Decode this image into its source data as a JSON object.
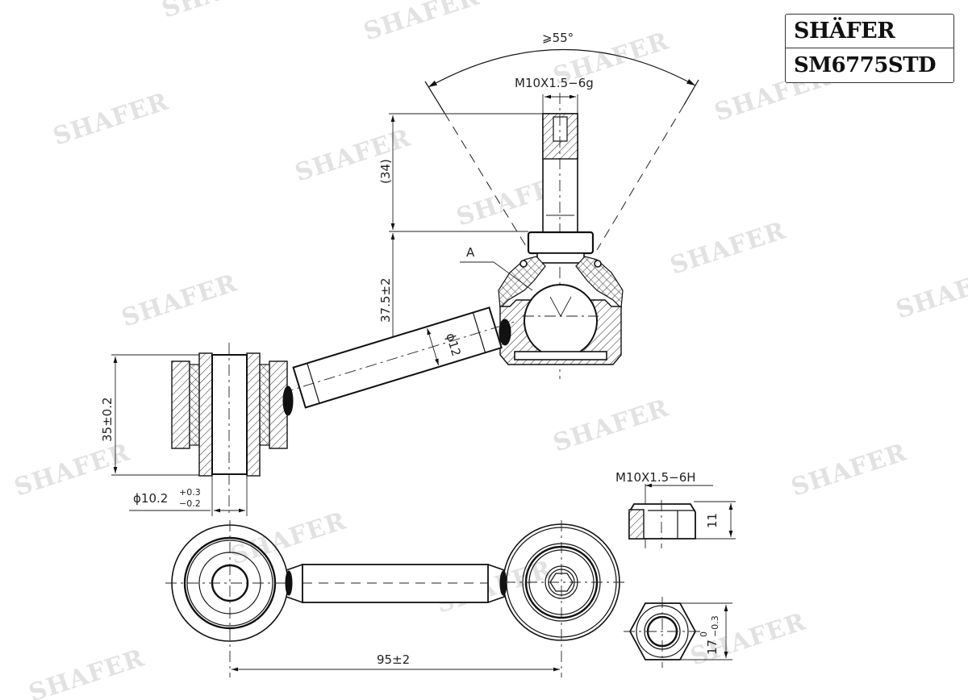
{
  "title_block": {
    "brand": "SHÄFER",
    "part_number": "SM6775STD"
  },
  "watermark": {
    "text": "SHAFER",
    "color": "#e2e2e2"
  },
  "dimensions": {
    "angle": "⩾55°",
    "stud_thread": "M10X1.5−6g",
    "stud_length": "(34)",
    "ball_height": "37.5±2",
    "section_label": "A",
    "rod_diameter": "ϕ12",
    "bushing_height": "35±0.2",
    "bushing_bore": "ϕ10.2",
    "bushing_bore_tol_upper": "+0.3",
    "bushing_bore_tol_lower": "−0.2",
    "nut_thread": "M10X1.5−6H",
    "nut_height": "11",
    "nut_width": "17",
    "nut_width_tol_upper": "0",
    "nut_width_tol_lower": "−0.3",
    "center_distance": "95±2"
  }
}
